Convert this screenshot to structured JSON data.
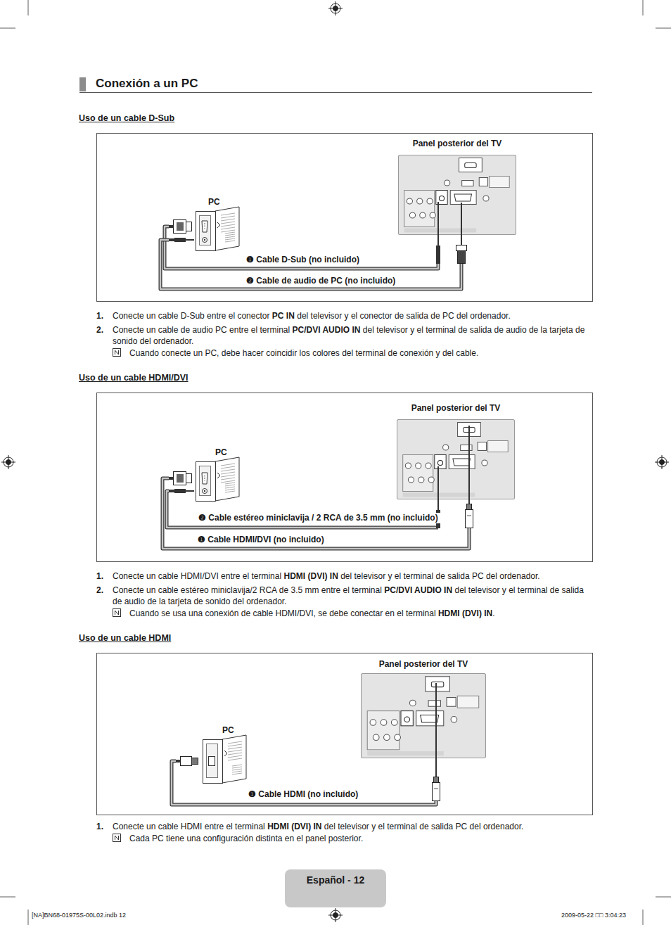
{
  "diagram": {
    "title": "Conexión a un PC",
    "nodes": [
      {
        "text": [
          "PC"
        ]
      },
      {
        "text": [
          "Panel posterior del TV"
        ]
      },
      {
        "text": [
          "PC"
        ]
      },
      {
        "text": [
          "Panel posterior del TV"
        ]
      },
      {
        "text": [
          "PC"
        ]
      },
      {
        "text": [
          "Panel posterior del TV"
        ]
      }
    ],
    "edges": [
      {
        "from": 0,
        "to": 1,
        "arrow": "none",
        "label": "❶ Cable D-Sub (no incluido)"
      },
      {
        "from": 0,
        "to": 1,
        "arrow": "none",
        "label": "❷ Cable de audio de PC (no incluido)"
      },
      {
        "from": 2,
        "to": 3,
        "arrow": "none",
        "label": "❷ Cable estéreo miniclavija / 2 RCA de 3.5 mm (no incluido)"
      },
      {
        "from": 2,
        "to": 3,
        "arrow": "none",
        "label": "❶ Cable HDMI/DVI (no incluido)"
      },
      {
        "from": 4,
        "to": 5,
        "arrow": "none",
        "label": "❶ Cable HDMI (no incluido)"
      }
    ],
    "labels": [
      "Uso de un cable D-Sub",
      "1.",
      "Conecte un cable D-Sub entre el conector",
      "PC IN",
      "del televisor y el conector de salida de PC del ordenador.",
      "2.",
      "Conecte un cable de audio PC entre el terminal",
      "PC/DVI AUDIO IN",
      "del televisor y el terminal de salida de audio de la tarjeta de sonido del ordenador.",
      "Cuando conecte un PC, debe hacer coincidir los colores del terminal de conexión y del cable.",
      "Uso de un cable HDMI/DVI",
      "1.",
      "Conecte un cable HDMI/DVI entre el terminal",
      "HDMI (DVI) IN",
      "del televisor y el terminal de salida PC del ordenador.",
      "2.",
      "Conecte un cable estéreo miniclavija/2 RCA de 3.5 mm entre el terminal",
      "PC/DVI AUDIO IN",
      "del televisor y el terminal de salida de audio de la tarjeta de sonido del ordenador.",
      "Cuando se usa una conexión de cable HDMI/DVI, se debe conectar en el terminal",
      "HDMI (DVI) IN",
      ".",
      "Uso de un cable HDMI",
      "1.",
      "Conecte un cable HDMI entre el terminal",
      "HDMI (DVI) IN",
      "del televisor y el terminal de salida PC del ordenador.",
      "Cada PC tiene una configuración distinta en el panel posterior.",
      "Español - 12",
      "[NA]BN68-01975S-00L02.indb   12",
      "2009-05-22   □□ 3:04:23"
    ]
  }
}
